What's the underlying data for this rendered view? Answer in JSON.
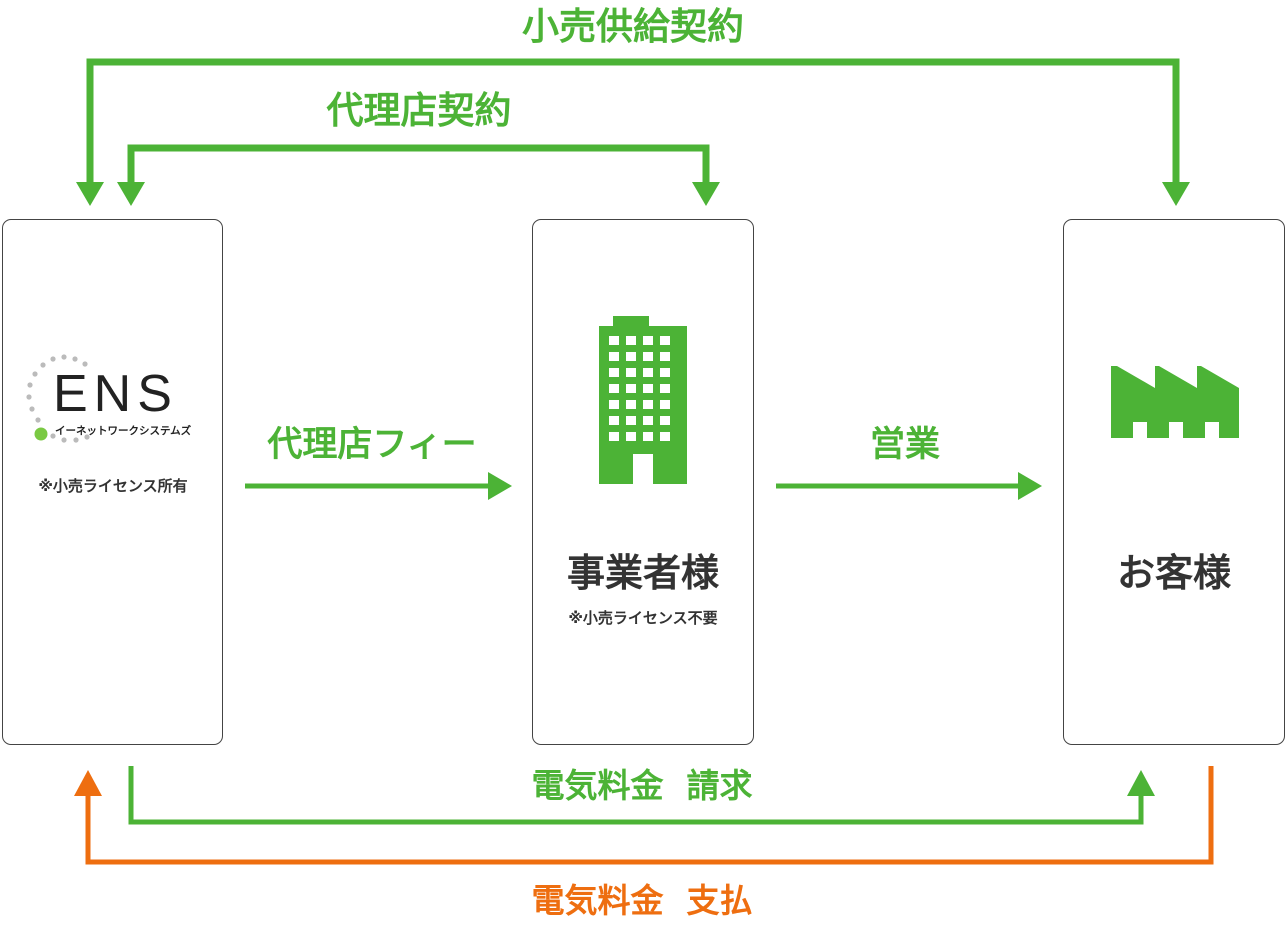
{
  "colors": {
    "green": "#4cb336",
    "orange": "#ee6e10",
    "text": "#333333",
    "box_border": "#444444",
    "logo_gray": "#bbbbbb",
    "logo_dot": "#7ac943"
  },
  "arrows": {
    "retail_supply_contract": "小売供給契約",
    "agency_contract": "代理店契約",
    "agency_fee": "代理店フィー",
    "sales": "営業",
    "electricity_billing": "電気料金  請求",
    "electricity_payment": "電気料金  支払"
  },
  "nodes": {
    "ens": {
      "logo_text": "ENS",
      "logo_subtitle": "イーネットワークシステムズ",
      "note": "※小売ライセンス所有"
    },
    "business": {
      "icon": "office-building-icon",
      "title": "事業者様",
      "note": "※小売ライセンス不要"
    },
    "customer": {
      "icon": "factory-icon",
      "title": "お客様"
    }
  }
}
